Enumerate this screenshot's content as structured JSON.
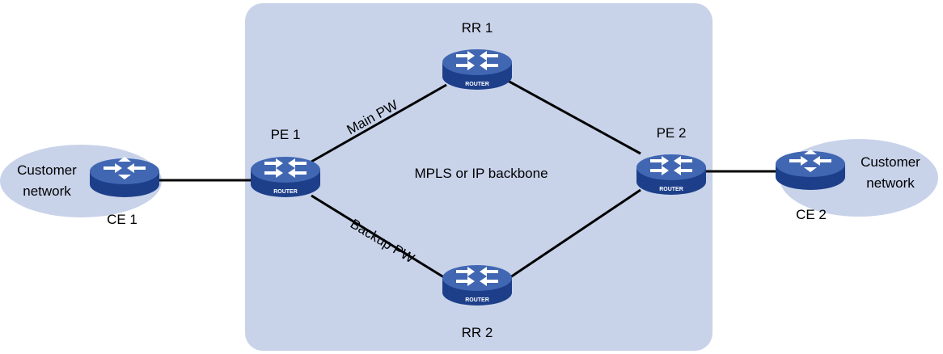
{
  "diagram": {
    "backbone_label": "MPLS or IP backbone",
    "colors": {
      "backbone_fill": "#c8d3ea",
      "customer_fill": "#c8d3ea",
      "router_top": "#3d62ae",
      "router_side": "#1d3f8a",
      "link": "#000000"
    },
    "routers": {
      "rr1": {
        "name": "RR 1",
        "badge": "ROUTER"
      },
      "rr2": {
        "name": "RR 2",
        "badge": "ROUTER"
      },
      "pe1": {
        "name": "PE 1",
        "badge": "ROUTER"
      },
      "pe2": {
        "name": "PE 2",
        "badge": "ROUTER"
      },
      "ce1": {
        "name": "CE 1"
      },
      "ce2": {
        "name": "CE 2"
      }
    },
    "customers": {
      "left": {
        "line1": "Customer",
        "line2": "network"
      },
      "right": {
        "line1": "Customer",
        "line2": "network"
      }
    },
    "links": {
      "main_pw": "Main PW",
      "backup_pw": "Backup PW"
    }
  }
}
